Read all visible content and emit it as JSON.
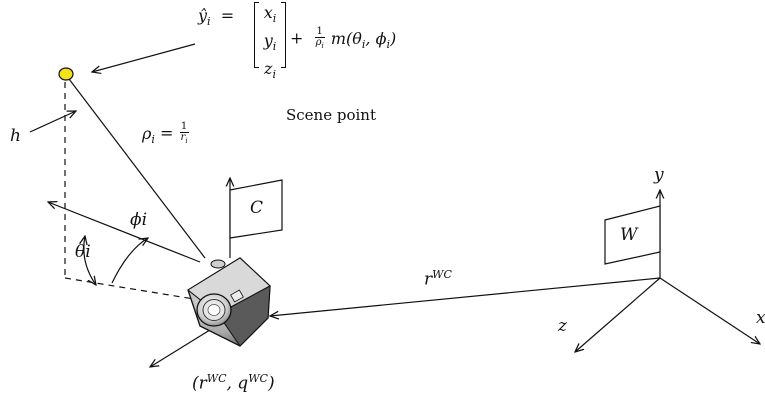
{
  "equation": {
    "lhs": "ŷ",
    "lhs_sub": "i",
    "vector": [
      "x",
      "y",
      "z"
    ],
    "vector_sub": "i",
    "plus": "+",
    "frac_num": "1",
    "frac_den": "ρ",
    "frac_den_sub": "i",
    "function": "m(θ",
    "function_sub1": "i",
    "function_mid": ", ϕ",
    "function_sub2": "i",
    "function_close": ")"
  },
  "labels": {
    "scene_point": "Scene point",
    "h": "h",
    "rho_lhs": "ρ",
    "rho_sub": "i",
    "rho_eq": "=",
    "rho_num": "1",
    "rho_den": "r",
    "rho_den_sub": "i",
    "phi": "ϕi",
    "theta": "θi",
    "camera_flag": "C",
    "world_flag": "W",
    "r_wc": "r",
    "r_wc_sup": "WC",
    "pose_open": "(r",
    "pose_sup1": "WC",
    "pose_mid": ", q",
    "pose_sup2": "WC",
    "pose_close": ")",
    "axis_y": "y",
    "axis_z": "z",
    "axis_x": "x"
  },
  "colors": {
    "scene_point_fill": "#f2e31a",
    "line": "#111111",
    "camera_body": "#8a8a8a",
    "camera_lens": "#dcdcdc"
  },
  "icons": {
    "camera": "camera-icon",
    "scene_point": "scene-point-dot"
  }
}
